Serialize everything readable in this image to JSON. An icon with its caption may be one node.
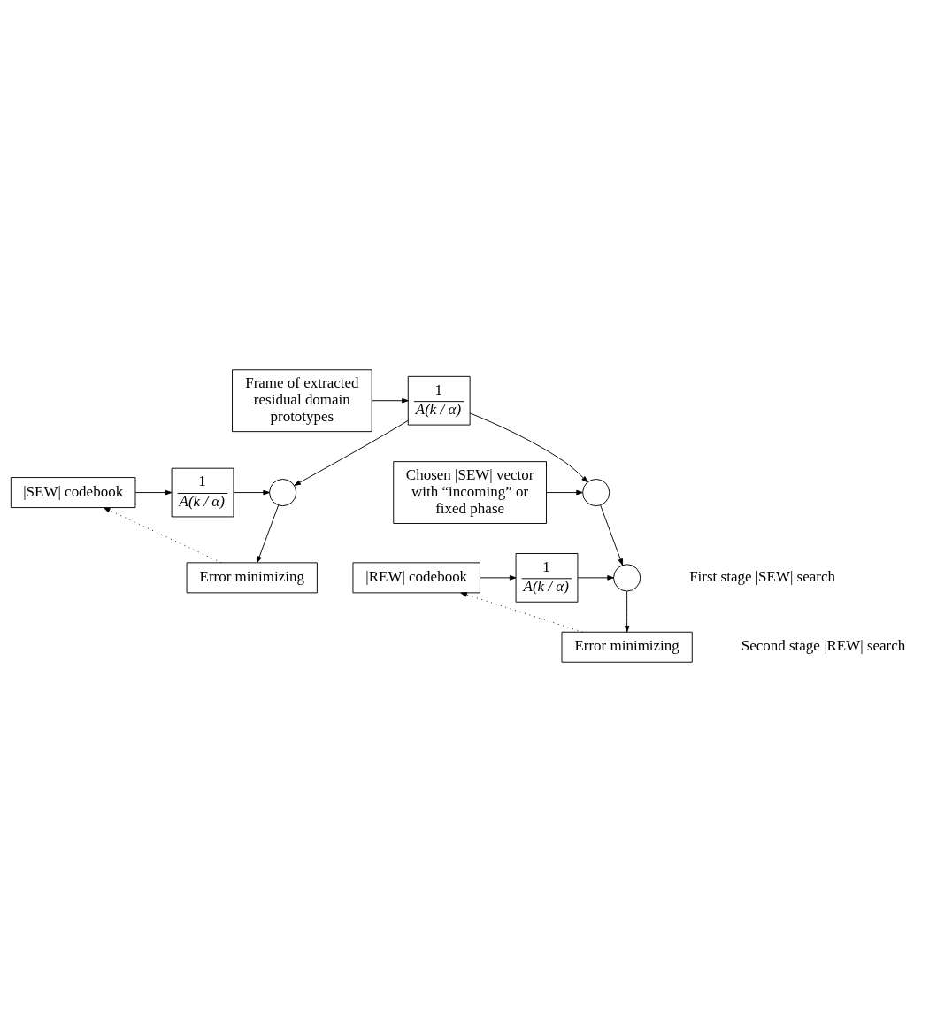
{
  "diagram": {
    "nodes": [
      {
        "text": [
          "Frame of extracted residual domain prototypes"
        ]
      },
      {
        "text": [
          "1",
          "A(k / α)"
        ]
      },
      {
        "text": [
          "|SEW| codebook"
        ]
      },
      {
        "text": [
          "1",
          "A(k / α)"
        ]
      },
      {
        "text": [],
        "shape": "circle"
      },
      {
        "text": [
          "Error minimizing"
        ]
      },
      {
        "text": [],
        "shape": "circle"
      },
      {
        "text": [
          "Chosen |SEW| vector with “incoming” or fixed phase"
        ]
      },
      {
        "text": [
          "|REW| codebook"
        ]
      },
      {
        "text": [
          "1",
          "A(k / α)"
        ]
      },
      {
        "text": [],
        "shape": "circle"
      },
      {
        "text": [
          "Error minimizing"
        ]
      }
    ],
    "edges": [
      {
        "from": 0,
        "to": 1,
        "arrow": "to"
      },
      {
        "from": 1,
        "to": 4,
        "arrow": "to"
      },
      {
        "from": 1,
        "to": 6,
        "arrow": "to"
      },
      {
        "from": 2,
        "to": 3,
        "arrow": "to"
      },
      {
        "from": 3,
        "to": 4,
        "arrow": "to"
      },
      {
        "from": 4,
        "to": 5,
        "arrow": "to"
      },
      {
        "from": 5,
        "to": 2,
        "arrow": "to",
        "style": "dashed"
      },
      {
        "from": 7,
        "to": 6,
        "arrow": "to"
      },
      {
        "from": 6,
        "to": 10,
        "arrow": "to"
      },
      {
        "from": 8,
        "to": 9,
        "arrow": "to"
      },
      {
        "from": 9,
        "to": 10,
        "arrow": "to"
      },
      {
        "from": 10,
        "to": 11,
        "arrow": "to"
      },
      {
        "from": 11,
        "to": 8,
        "arrow": "to",
        "style": "dashed"
      }
    ],
    "labels": [
      "First stage |SEW| search",
      "Second stage |REW| search"
    ]
  }
}
